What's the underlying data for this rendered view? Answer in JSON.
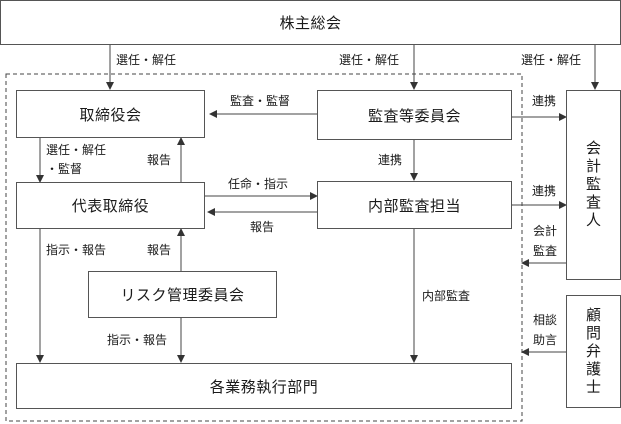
{
  "nodes": {
    "shareholders": "株主総会",
    "board": "取締役会",
    "audit_committee": "監査等委員会",
    "representative": "代表取締役",
    "internal_audit": "内部監査担当",
    "risk_committee": "リスク管理委員会",
    "business_units": "各業務執行部門",
    "accounting_auditor": "会計監査人",
    "legal_advisor": "顧問弁護士"
  },
  "labels": {
    "elect1": "選任・解任",
    "elect2": "選任・解任",
    "elect3": "選任・解任",
    "audit_supervise": "監査・監督",
    "cooperate1": "連携",
    "cooperate2": "連携",
    "cooperate3": "連携",
    "elect_supervise_line1": "選任・解任",
    "elect_supervise_line2": "・監督",
    "report1": "報告",
    "appoint_instruct": "任命・指示",
    "report2": "報告",
    "instruct_report1": "指示・報告",
    "report3": "報告",
    "internal_audit_label": "内部監査",
    "accounting_audit_line1": "会計",
    "accounting_audit_line2": "監査",
    "instruct_report2": "指示・報告",
    "consult_line1": "相談",
    "consult_line2": "助言"
  }
}
